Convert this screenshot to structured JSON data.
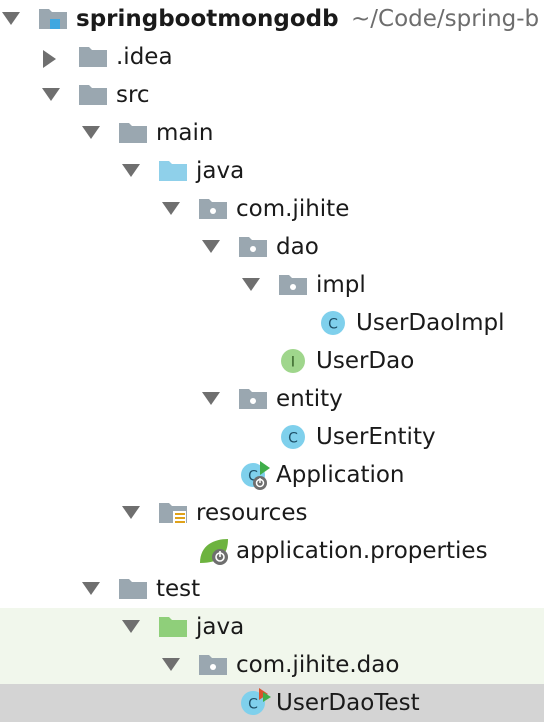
{
  "project": {
    "name": "springbootmongodb",
    "path": "~/Code/spring-b"
  },
  "tree": [
    {
      "label": "springbootmongodb",
      "depth": 0,
      "expand": "open",
      "icon": "module-folder-icon",
      "bold": true
    },
    {
      "label": ".idea",
      "depth": 1,
      "expand": "closed",
      "icon": "folder-icon"
    },
    {
      "label": "src",
      "depth": 1,
      "expand": "open",
      "icon": "folder-icon"
    },
    {
      "label": "main",
      "depth": 2,
      "expand": "open",
      "icon": "folder-icon"
    },
    {
      "label": "java",
      "depth": 3,
      "expand": "open",
      "icon": "source-folder-icon"
    },
    {
      "label": "com.jihite",
      "depth": 4,
      "expand": "open",
      "icon": "package-icon"
    },
    {
      "label": "dao",
      "depth": 5,
      "expand": "open",
      "icon": "package-icon"
    },
    {
      "label": "impl",
      "depth": 6,
      "expand": "open",
      "icon": "package-icon"
    },
    {
      "label": "UserDaoImpl",
      "depth": 7,
      "expand": "none",
      "icon": "class-icon"
    },
    {
      "label": "UserDao",
      "depth": 6,
      "expand": "none",
      "icon": "interface-icon"
    },
    {
      "label": "entity",
      "depth": 5,
      "expand": "open",
      "icon": "package-icon"
    },
    {
      "label": "UserEntity",
      "depth": 6,
      "expand": "none",
      "icon": "class-icon"
    },
    {
      "label": "Application",
      "depth": 5,
      "expand": "none",
      "icon": "spring-boot-class-icon"
    },
    {
      "label": "resources",
      "depth": 3,
      "expand": "open",
      "icon": "resources-folder-icon"
    },
    {
      "label": "application.properties",
      "depth": 4,
      "expand": "none",
      "icon": "spring-properties-icon"
    },
    {
      "label": "test",
      "depth": 2,
      "expand": "open",
      "icon": "folder-icon"
    },
    {
      "label": "java",
      "depth": 3,
      "expand": "open",
      "icon": "test-folder-icon",
      "test": true
    },
    {
      "label": "com.jihite.dao",
      "depth": 4,
      "expand": "open",
      "icon": "package-icon",
      "test": true
    },
    {
      "label": "UserDaoTest",
      "depth": 5,
      "expand": "none",
      "icon": "test-class-icon",
      "test": true,
      "selected": true
    }
  ],
  "colors": {
    "folder": "#9aa7b0",
    "source_folder": "#8fd0ea",
    "test_folder": "#8fcf7a",
    "class": "#3aa0c8",
    "class_bg": "#7fd0ec",
    "interface_bg": "#9fd68c",
    "spring_green": "#6db33f",
    "test_row_bg": "#f1f7ec",
    "selected_row_bg": "#d4d4d4"
  }
}
